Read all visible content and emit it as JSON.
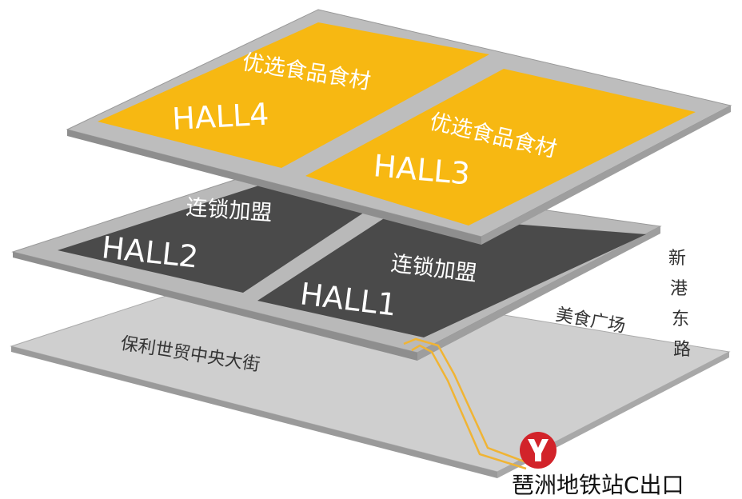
{
  "colors": {
    "ground": "#cfcfcf",
    "ground_edge": "#9a9a9a",
    "mid_floor": "#b9b9b9",
    "dark_hall": "#4a4a4a",
    "top_floor": "#bdbdbd",
    "yellow_hall": "#f7b812",
    "metro_red": "#d2232a",
    "path_orange": "#f0b434"
  },
  "halls": {
    "hall4": {
      "name": "HALL4",
      "zone": "优选食品食材"
    },
    "hall3": {
      "name": "HALL3",
      "zone": "优选食品食材"
    },
    "hall2": {
      "name": "HALL2",
      "zone": "连锁加盟"
    },
    "hall1": {
      "name": "HALL1",
      "zone": "连锁加盟"
    }
  },
  "streets": {
    "south": "保利世贸中央大街",
    "east": [
      "新",
      "港",
      "东",
      "路"
    ]
  },
  "food_court": "美食广场",
  "metro": {
    "exit_label": "琶洲地铁站C出口",
    "icon": "metro-logo-icon"
  }
}
